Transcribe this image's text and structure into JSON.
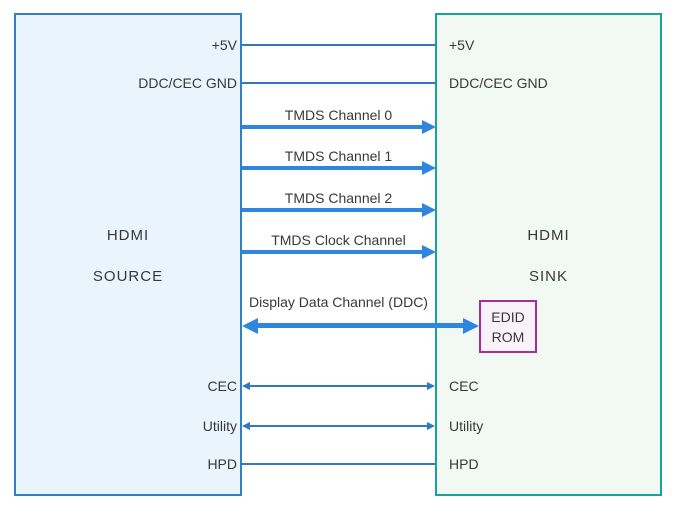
{
  "colors": {
    "source_fill": "#E9F4FC",
    "source_border": "#2E80C8",
    "sink_fill": "#F2F8F2",
    "sink_border": "#17A398",
    "edid_fill": "#FBF2F8",
    "edid_border": "#A42BA0",
    "line": "#2E79C0",
    "arrow": "#2E86DE",
    "text": "#383838"
  },
  "source_box": {
    "title": "HDMI",
    "subtitle": "SOURCE"
  },
  "sink_box": {
    "title": "HDMI",
    "subtitle": "SINK"
  },
  "edid_box": {
    "line1": "EDID",
    "line2": "ROM"
  },
  "pins": {
    "plus5v": "+5V",
    "ddc_cec_gnd": "DDC/CEC GND",
    "cec": "CEC",
    "utility": "Utility",
    "hpd": "HPD"
  },
  "channels": {
    "tmds0": "TMDS Channel 0",
    "tmds1": "TMDS Channel 1",
    "tmds2": "TMDS Channel 2",
    "tmds_clock": "TMDS Clock Channel",
    "ddc": "Display Data Channel (DDC)"
  }
}
